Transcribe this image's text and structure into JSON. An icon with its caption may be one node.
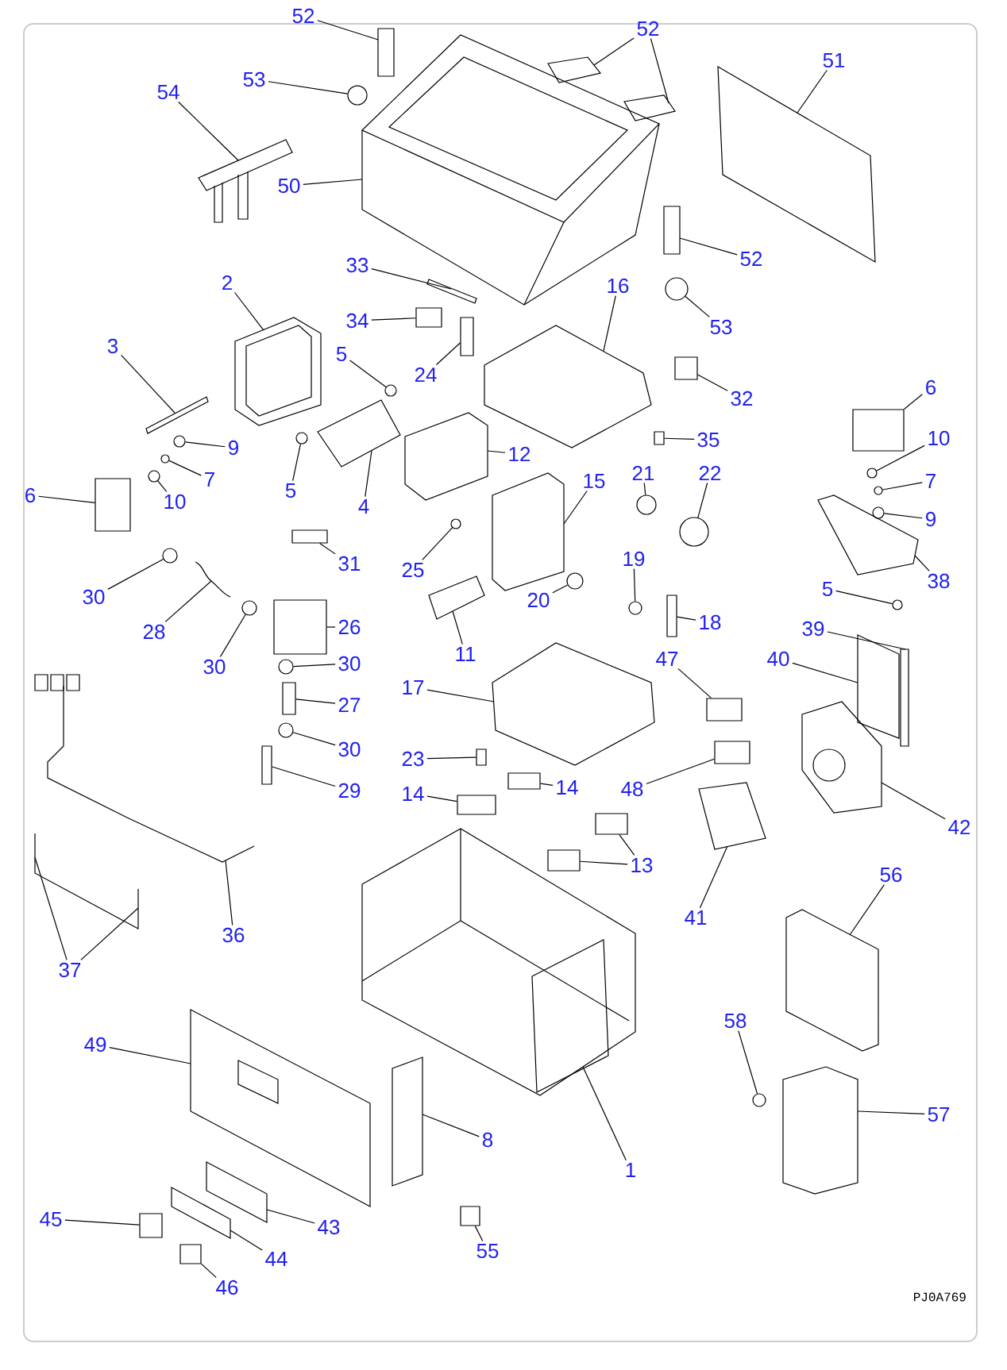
{
  "diagram": {
    "nodes": [
      {
        "text": [
          "52"
        ]
      },
      {
        "text": [
          "52"
        ]
      },
      {
        "text": [
          "51"
        ]
      },
      {
        "text": [
          "53"
        ]
      },
      {
        "text": [
          "54"
        ]
      },
      {
        "text": [
          "50"
        ]
      },
      {
        "text": [
          "33"
        ]
      },
      {
        "text": [
          "16"
        ]
      },
      {
        "text": [
          "2"
        ]
      },
      {
        "text": [
          "52"
        ]
      },
      {
        "text": [
          "34"
        ]
      },
      {
        "text": [
          "53"
        ]
      },
      {
        "text": [
          "3"
        ]
      },
      {
        "text": [
          "5"
        ]
      },
      {
        "text": [
          "24"
        ]
      },
      {
        "text": [
          "6"
        ]
      },
      {
        "text": [
          "32"
        ]
      },
      {
        "text": [
          "10"
        ]
      },
      {
        "text": [
          "35"
        ]
      },
      {
        "text": [
          "9"
        ]
      },
      {
        "text": [
          "12"
        ]
      },
      {
        "text": [
          "15"
        ]
      },
      {
        "text": [
          "21"
        ]
      },
      {
        "text": [
          "22"
        ]
      },
      {
        "text": [
          "7"
        ]
      },
      {
        "text": [
          "7"
        ]
      },
      {
        "text": [
          "5"
        ]
      },
      {
        "text": [
          "6"
        ]
      },
      {
        "text": [
          "10"
        ]
      },
      {
        "text": [
          "4"
        ]
      },
      {
        "text": [
          "9"
        ]
      },
      {
        "text": [
          "19"
        ]
      },
      {
        "text": [
          "31"
        ]
      },
      {
        "text": [
          "25"
        ]
      },
      {
        "text": [
          "38"
        ]
      },
      {
        "text": [
          "5"
        ]
      },
      {
        "text": [
          "30"
        ]
      },
      {
        "text": [
          "20"
        ]
      },
      {
        "text": [
          "18"
        ]
      },
      {
        "text": [
          "26"
        ]
      },
      {
        "text": [
          "39"
        ]
      },
      {
        "text": [
          "28"
        ]
      },
      {
        "text": [
          "11"
        ]
      },
      {
        "text": [
          "47"
        ]
      },
      {
        "text": [
          "40"
        ]
      },
      {
        "text": [
          "30"
        ]
      },
      {
        "text": [
          "30"
        ]
      },
      {
        "text": [
          "17"
        ]
      },
      {
        "text": [
          "27"
        ]
      },
      {
        "text": [
          "30"
        ]
      },
      {
        "text": [
          "23"
        ]
      },
      {
        "text": [
          "14"
        ]
      },
      {
        "text": [
          "14"
        ]
      },
      {
        "text": [
          "48"
        ]
      },
      {
        "text": [
          "29"
        ]
      },
      {
        "text": [
          "42"
        ]
      },
      {
        "text": [
          "13"
        ]
      },
      {
        "text": [
          "56"
        ]
      },
      {
        "text": [
          "41"
        ]
      },
      {
        "text": [
          "36"
        ]
      },
      {
        "text": [
          "37"
        ]
      },
      {
        "text": [
          "58"
        ]
      },
      {
        "text": [
          "49"
        ]
      },
      {
        "text": [
          "57"
        ]
      },
      {
        "text": [
          "8"
        ]
      },
      {
        "text": [
          "1"
        ]
      },
      {
        "text": [
          "45"
        ]
      },
      {
        "text": [
          "43"
        ]
      },
      {
        "text": [
          "55"
        ]
      },
      {
        "text": [
          "44"
        ]
      },
      {
        "text": [
          "46"
        ]
      },
      {
        "text": [],
        "shape": "circle"
      },
      {
        "text": [],
        "shape": "box"
      },
      {
        "text": [],
        "shape": "circle"
      },
      {
        "text": [],
        "shape": "circle"
      },
      {
        "text": [],
        "shape": "box"
      },
      {
        "text": [],
        "shape": "box"
      },
      {
        "text": [],
        "shape": "box"
      },
      {
        "text": [],
        "shape": "circle"
      },
      {
        "text": [],
        "shape": "box"
      },
      {
        "text": [],
        "shape": "circle"
      },
      {
        "text": [],
        "shape": "circle"
      },
      {
        "text": [],
        "shape": "circle"
      },
      {
        "text": [],
        "shape": "circle"
      },
      {
        "text": [],
        "shape": "circle"
      },
      {
        "text": [],
        "shape": "circle"
      },
      {
        "text": [],
        "shape": "box"
      },
      {
        "text": [],
        "shape": "circle"
      },
      {
        "text": [],
        "shape": "circle"
      },
      {
        "text": [],
        "shape": "circle"
      },
      {
        "text": [],
        "shape": "box"
      },
      {
        "text": [],
        "shape": "circle"
      },
      {
        "text": [],
        "shape": "circle"
      },
      {
        "text": [],
        "shape": "circle"
      },
      {
        "text": [],
        "shape": "circle"
      },
      {
        "text": [],
        "shape": "box"
      },
      {
        "text": [],
        "shape": "box"
      },
      {
        "text": [],
        "shape": "box"
      },
      {
        "text": [],
        "shape": "circle"
      },
      {
        "text": [],
        "shape": "circle"
      },
      {
        "text": [],
        "shape": "box"
      },
      {
        "text": [],
        "shape": "circle"
      },
      {
        "text": [],
        "shape": "box"
      },
      {
        "text": [],
        "shape": "box"
      },
      {
        "text": [],
        "shape": "box"
      },
      {
        "text": [],
        "shape": "box"
      },
      {
        "text": [],
        "shape": "box"
      },
      {
        "text": [],
        "shape": "box"
      },
      {
        "text": [],
        "shape": "box"
      },
      {
        "text": [],
        "shape": "circle"
      },
      {
        "text": [],
        "shape": "box"
      },
      {
        "text": [],
        "shape": "box"
      },
      {
        "text": [],
        "shape": "box"
      }
    ],
    "edges": [
      {
        "from": 0,
        "to": null,
        "arrow": "none"
      },
      {
        "from": 1,
        "to": null,
        "arrow": "none"
      },
      {
        "from": 1,
        "to": null,
        "arrow": "none"
      },
      {
        "from": 2,
        "to": null,
        "arrow": "none"
      },
      {
        "from": 3,
        "to": 71,
        "arrow": "none"
      },
      {
        "from": 4,
        "to": null,
        "arrow": "none"
      },
      {
        "from": 5,
        "to": null,
        "arrow": "none"
      },
      {
        "from": 6,
        "to": null,
        "arrow": "none"
      },
      {
        "from": 7,
        "to": null,
        "arrow": "none"
      },
      {
        "from": 8,
        "to": null,
        "arrow": "none"
      },
      {
        "from": 9,
        "to": null,
        "arrow": "none"
      },
      {
        "from": 10,
        "to": 72,
        "arrow": "none"
      },
      {
        "from": 11,
        "to": 73,
        "arrow": "none"
      },
      {
        "from": 12,
        "to": null,
        "arrow": "none"
      },
      {
        "from": 13,
        "to": 74,
        "arrow": "none"
      },
      {
        "from": 14,
        "to": 75,
        "arrow": "none"
      },
      {
        "from": 15,
        "to": 76,
        "arrow": "none"
      },
      {
        "from": 16,
        "to": 77,
        "arrow": "none"
      },
      {
        "from": 17,
        "to": 78,
        "arrow": "none"
      },
      {
        "from": 18,
        "to": 79,
        "arrow": "none"
      },
      {
        "from": 19,
        "to": 80,
        "arrow": "none"
      },
      {
        "from": 20,
        "to": null,
        "arrow": "none"
      },
      {
        "from": 21,
        "to": null,
        "arrow": "none"
      },
      {
        "from": 22,
        "to": 81,
        "arrow": "none"
      },
      {
        "from": 23,
        "to": 82,
        "arrow": "none"
      },
      {
        "from": 24,
        "to": 83,
        "arrow": "none"
      },
      {
        "from": 25,
        "to": 84,
        "arrow": "none"
      },
      {
        "from": 26,
        "to": 85,
        "arrow": "none"
      },
      {
        "from": 27,
        "to": 86,
        "arrow": "none"
      },
      {
        "from": 28,
        "to": 87,
        "arrow": "none"
      },
      {
        "from": 29,
        "to": null,
        "arrow": "none"
      },
      {
        "from": 30,
        "to": 88,
        "arrow": "none"
      },
      {
        "from": 31,
        "to": 89,
        "arrow": "none"
      },
      {
        "from": 32,
        "to": 90,
        "arrow": "none"
      },
      {
        "from": 33,
        "to": 91,
        "arrow": "none"
      },
      {
        "from": 34,
        "to": null,
        "arrow": "none"
      },
      {
        "from": 35,
        "to": 92,
        "arrow": "none"
      },
      {
        "from": 36,
        "to": 93,
        "arrow": "none"
      },
      {
        "from": 37,
        "to": 94,
        "arrow": "none"
      },
      {
        "from": 38,
        "to": 95,
        "arrow": "none"
      },
      {
        "from": 39,
        "to": 96,
        "arrow": "none"
      },
      {
        "from": 40,
        "to": null,
        "arrow": "none"
      },
      {
        "from": 41,
        "to": null,
        "arrow": "none"
      },
      {
        "from": 42,
        "to": null,
        "arrow": "none"
      },
      {
        "from": 43,
        "to": 97,
        "arrow": "none"
      },
      {
        "from": 44,
        "to": null,
        "arrow": "none"
      },
      {
        "from": 45,
        "to": 98,
        "arrow": "none"
      },
      {
        "from": 46,
        "to": 99,
        "arrow": "none"
      },
      {
        "from": 47,
        "to": null,
        "arrow": "none"
      },
      {
        "from": 48,
        "to": 100,
        "arrow": "none"
      },
      {
        "from": 49,
        "to": 101,
        "arrow": "none"
      },
      {
        "from": 50,
        "to": 102,
        "arrow": "none"
      },
      {
        "from": 51,
        "to": 103,
        "arrow": "none"
      },
      {
        "from": 52,
        "to": 104,
        "arrow": "none"
      },
      {
        "from": 53,
        "to": 105,
        "arrow": "none"
      },
      {
        "from": 54,
        "to": 106,
        "arrow": "none"
      },
      {
        "from": 55,
        "to": null,
        "arrow": "none"
      },
      {
        "from": 56,
        "to": 107,
        "arrow": "none"
      },
      {
        "from": 56,
        "to": 108,
        "arrow": "none"
      },
      {
        "from": 57,
        "to": null,
        "arrow": "none"
      },
      {
        "from": 58,
        "to": null,
        "arrow": "none"
      },
      {
        "from": 59,
        "to": null,
        "arrow": "none"
      },
      {
        "from": 60,
        "to": null,
        "arrow": "none"
      },
      {
        "from": 60,
        "to": null,
        "arrow": "none"
      },
      {
        "from": 61,
        "to": 109,
        "arrow": "none"
      },
      {
        "from": 62,
        "to": null,
        "arrow": "none"
      },
      {
        "from": 63,
        "to": null,
        "arrow": "none"
      },
      {
        "from": 64,
        "to": null,
        "arrow": "none"
      },
      {
        "from": 65,
        "to": null,
        "arrow": "none"
      },
      {
        "from": 66,
        "to": 110,
        "arrow": "none"
      },
      {
        "from": 67,
        "to": null,
        "arrow": "none"
      },
      {
        "from": 68,
        "to": 111,
        "arrow": "none"
      },
      {
        "from": 69,
        "to": null,
        "arrow": "none"
      },
      {
        "from": 70,
        "to": 112,
        "arrow": "none"
      }
    ],
    "labels": [
      "PJ0A769"
    ]
  }
}
